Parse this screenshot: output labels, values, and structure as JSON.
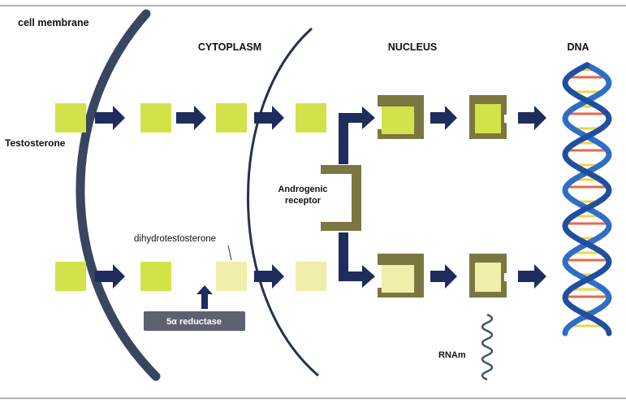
{
  "headers": {
    "cell_membrane": "cell membrane",
    "cytoplasm": "CYTOPLASM",
    "nucleus": "NUCLEUS",
    "dna": "DNA"
  },
  "labels": {
    "testosterone": "Testosterone",
    "dihydrotestosterone": "dihydrotestosterone",
    "enzyme": "5α reductase",
    "receptor_line1": "Androgenic",
    "receptor_line2": "receptor",
    "rnam": "RNAm"
  },
  "colors": {
    "hormone": "#d2e34a",
    "hormone_light": "#f0eea8",
    "arrow": "#1e2c5e",
    "membrane": "#3a4660",
    "receptor": "#7b7740",
    "enzyme_bg": "#5d6170",
    "rule": "#999999"
  }
}
